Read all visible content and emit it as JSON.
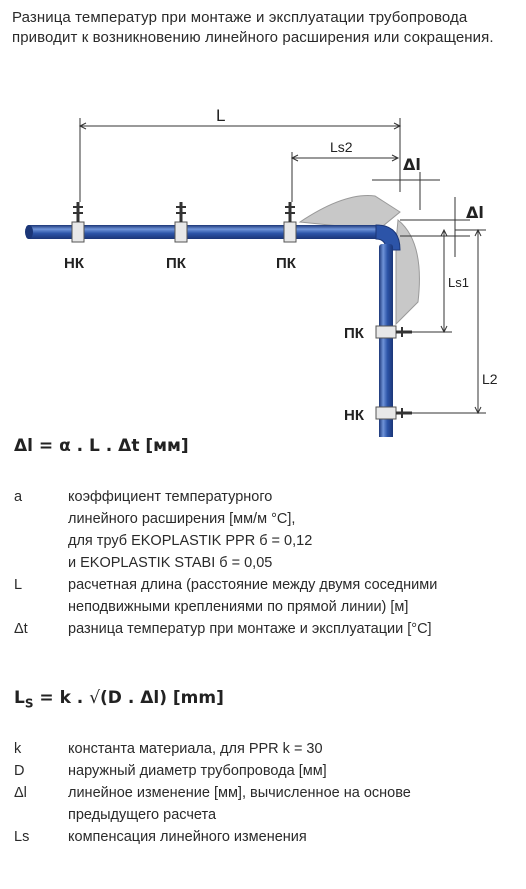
{
  "intro_text": "Разница температур при монтаже и эксплуатации трубопровода приводит к возникновению линейного расширения или сокращения.",
  "diagram": {
    "dim_L": "L",
    "dim_Ls2": "Ls2",
    "dim_Ls1": "Ls1",
    "dim_L2": "L2",
    "dim_dl_top": "Δl",
    "dim_dl_right": "Δl",
    "supports": [
      "НК",
      "ПК",
      "ПК",
      "ПК",
      "НК"
    ]
  },
  "formula1": "Δl = α . L . Δt [мм]",
  "definitions1": [
    {
      "symbol": "a",
      "text": "коэффициент температурного"
    },
    {
      "symbol": "",
      "text": "линейного расширения [мм/м °C],"
    },
    {
      "symbol": "",
      "text": "для труб EKOPLASTIK PPR б = 0,12"
    },
    {
      "symbol": "",
      "text": "и EKOPLASTIK STABI б = 0,05"
    },
    {
      "symbol": "L",
      "text": "расчетная длина (расстояние между двумя соседними"
    },
    {
      "symbol": "",
      "text": "неподвижными креплениями по прямой линии) [м]"
    },
    {
      "symbol": "Δt",
      "text": "разница температур при монтаже и эксплуатации [°C]"
    }
  ],
  "formula2": {
    "lhs": "L",
    "lhs_sub": "S",
    "mid": " = k . ",
    "root": "√",
    "rhs": "(D . Δl) [mm]"
  },
  "definitions2": [
    {
      "symbol": "k",
      "text": "константа материала, для PPR k = 30"
    },
    {
      "symbol": "D",
      "text": "наружный диаметр трубопровода [мм]"
    },
    {
      "symbol": "Δl",
      "text": "линейное изменение [мм], вычисленное на основе"
    },
    {
      "symbol": "",
      "text": "предыдущего расчета"
    },
    {
      "symbol": "Ls",
      "text": "компенсация линейного изменения"
    }
  ],
  "colors": {
    "pipe": "#2c54a8",
    "pipe_highlight": "#6f93d8",
    "pipe_shadow": "#1b3677",
    "deflection": "#c8c8c8"
  }
}
